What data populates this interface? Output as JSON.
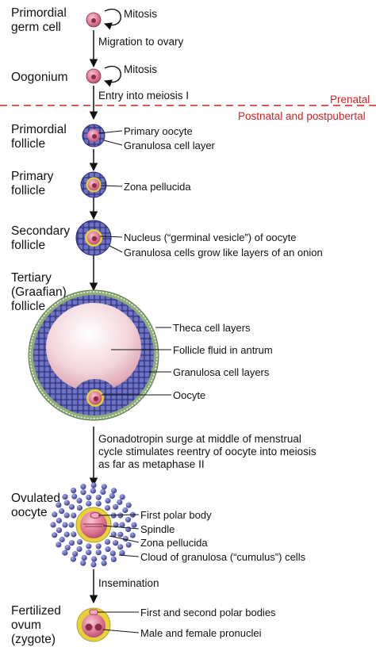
{
  "stages": {
    "primordial_germ_cell": "Primordial\ngerm cell",
    "oogonium": "Oogonium",
    "primordial_follicle": "Primordial\nfollicle",
    "primary_follicle": "Primary\nfollicle",
    "secondary_follicle": "Secondary\nfollicle",
    "tertiary_follicle": "Tertiary\n(Graafian)\nfollicle",
    "ovulated_oocyte": "Ovulated\noocyte",
    "fertilized_ovum": "Fertilized\novum\n(zygote)"
  },
  "processes": {
    "mitosis_1": "Mitosis",
    "migration": "Migration to ovary",
    "mitosis_2": "Mitosis",
    "meiosis_entry": "Entry into meiosis I",
    "gonadotropin": "Gonadotropin surge at middle of menstrual\ncycle stimulates reentry of oocyte into meiosis\nas far as metaphase II",
    "insemination": "Insemination"
  },
  "divider": {
    "prenatal": "Prenatal",
    "postnatal": "Postnatal and postpubertal"
  },
  "annotations": {
    "primary_oocyte": "Primary oocyte",
    "granulosa_cell_layer": "Granulosa cell layer",
    "zona_pellucida_1": "Zona pellucida",
    "nucleus": "Nucleus (“germinal vesicle”) of oocyte",
    "granulosa_grow": "Granulosa cells grow like layers of an onion",
    "theca": "Theca cell layers",
    "follicle_fluid": "Follicle fluid in antrum",
    "granulosa_layers": "Granulosa cell layers",
    "oocyte": "Oocyte",
    "first_polar_body": "First polar body",
    "spindle": "Spindle",
    "zona_pellucida_2": "Zona pellucida",
    "cumulus": "Cloud of granulosa (“cumulus”) cells",
    "polar_bodies": "First and second polar bodies",
    "pronuclei": "Male and female pronuclei"
  },
  "colors": {
    "divider_red": "#d42020",
    "cell_pink": "#e07a96",
    "granulosa_blue": "#3c3f8c",
    "zona_yellow": "#e8d23a",
    "theca_green": "#8fae7a",
    "antrum_pink": "#f3d6dc"
  }
}
